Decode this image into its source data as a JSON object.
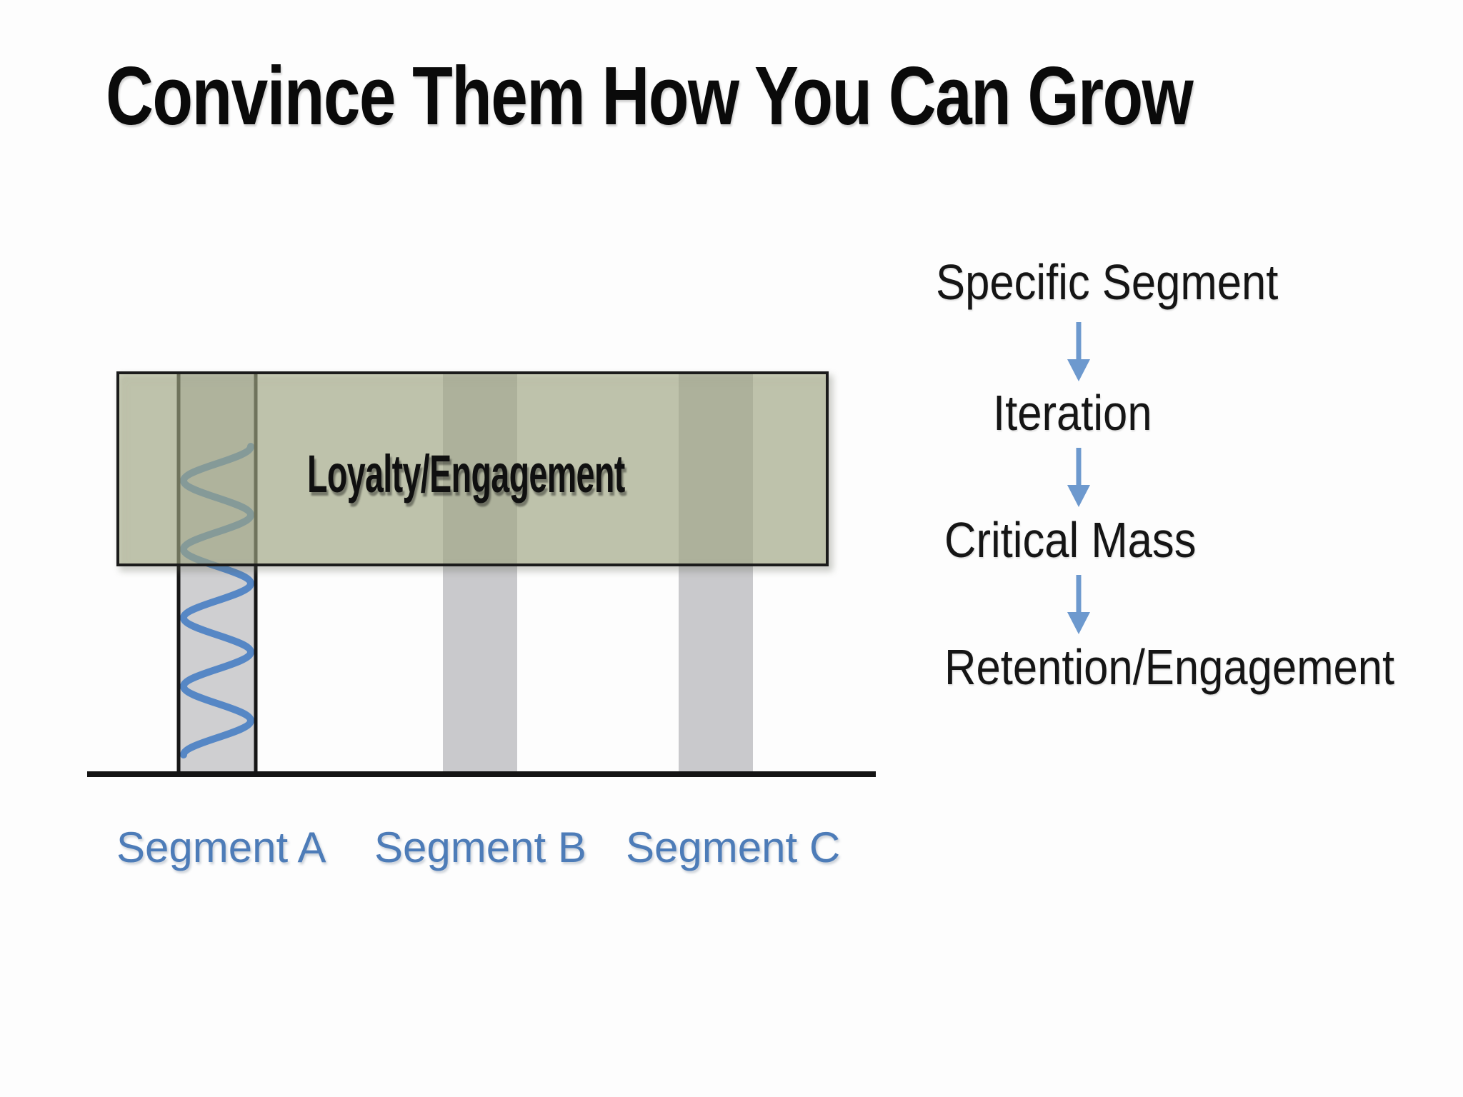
{
  "slide": {
    "title": "Convince Them How You Can Grow",
    "market_diagram": {
      "band_label": "Loyalty/Engagement",
      "segment_labels": [
        "Segment A",
        "Segment B",
        "Segment C"
      ]
    },
    "growth_flow": {
      "steps": [
        "Specific Segment",
        "Iteration",
        "Critical Mass",
        "Retention/Engagement"
      ]
    },
    "colors": {
      "band_fill_olive": "#acb18a",
      "band_light_olive": "#d3d6c0",
      "bar_gray": "#c9c9cc",
      "segment_label_blue": "#4d7cb8",
      "arrow_blue": "#6d99ce",
      "wave_blue": "#5687c5",
      "ink_black": "#141414"
    }
  }
}
